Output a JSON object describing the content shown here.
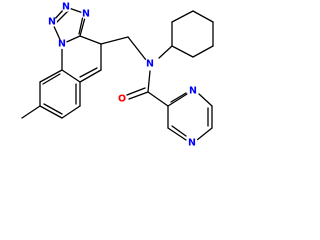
{
  "molecule": {
    "atoms": [
      {
        "id": "n1",
        "element": "N",
        "label": "N",
        "color": "#0000ff"
      },
      {
        "id": "n2",
        "element": "N",
        "label": "N",
        "color": "#0000ff"
      },
      {
        "id": "n3",
        "element": "N",
        "label": "N",
        "color": "#0000ff"
      },
      {
        "id": "n4",
        "element": "N",
        "label": "N",
        "color": "#0000ff"
      },
      {
        "id": "n5",
        "element": "N",
        "label": "N",
        "color": "#0000ff"
      },
      {
        "id": "o1",
        "element": "O",
        "label": "O",
        "color": "#ff0000"
      },
      {
        "id": "n6",
        "element": "N",
        "label": "N",
        "color": "#0000ff"
      },
      {
        "id": "n7",
        "element": "N",
        "label": "N",
        "color": "#0000ff"
      }
    ],
    "bond_color": "#000000"
  }
}
